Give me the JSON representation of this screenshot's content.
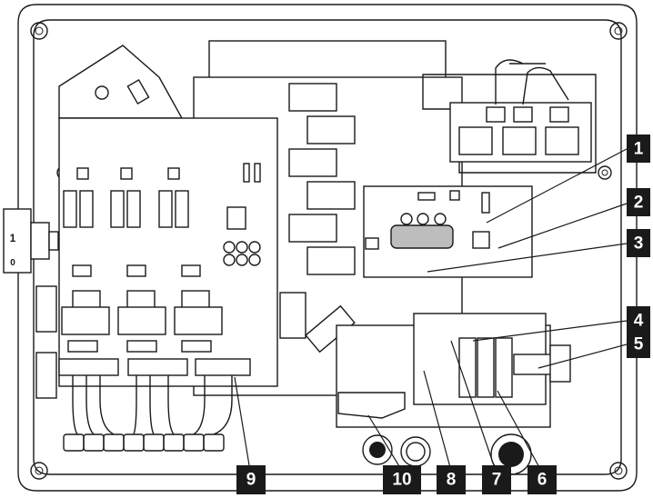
{
  "diagram": {
    "callouts": [
      "1",
      "2",
      "3",
      "4",
      "5",
      "6",
      "7",
      "8",
      "9",
      "10"
    ],
    "switch_marks": {
      "on": "1",
      "off": "0"
    }
  },
  "colors": {
    "line": "#1a1a1a",
    "fill": "#ffffff",
    "grey_part": "#bdbdbd",
    "callout_box": "#1a1a1a",
    "callout_text": "#ffffff"
  }
}
